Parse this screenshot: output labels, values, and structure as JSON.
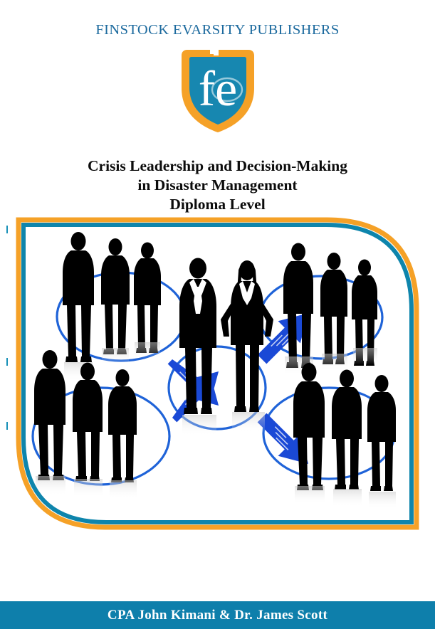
{
  "publisher": {
    "name": "FINSTOCK EVARSITY PUBLISHERS",
    "color": "#1c6a9e"
  },
  "logo": {
    "icon_name": "fe-shield-logo",
    "monogram": "fe",
    "shield_fill": "#1787b0",
    "shield_border": "#f5a127",
    "monogram_color": "#ffffff"
  },
  "title": {
    "line1": "Crisis Leadership and Decision-Making",
    "line2": "in Disaster Management",
    "line3": "Diploma Level",
    "color": "#0c0c0c"
  },
  "artwork": {
    "name": "business-team-network-silhouettes",
    "frame_outer_color": "#f5a127",
    "frame_inner_color": "#0e85ac",
    "accent_blue": "#1a49d6",
    "circle_blue": "#1f63d8",
    "silhouette_color": "#000000",
    "background": "#ffffff",
    "arrow_count": 4,
    "groups": [
      {
        "name": "top-left-group",
        "figures": 3
      },
      {
        "name": "lower-left-group",
        "figures": 3
      },
      {
        "name": "center-pair",
        "figures": 2
      },
      {
        "name": "top-right-group",
        "figures": 3
      },
      {
        "name": "lower-right-group",
        "figures": 3
      }
    ]
  },
  "authors": {
    "text": "CPA John Kimani & Dr. James Scott",
    "bar_color": "#0e7fab",
    "text_color": "#ffffff"
  }
}
